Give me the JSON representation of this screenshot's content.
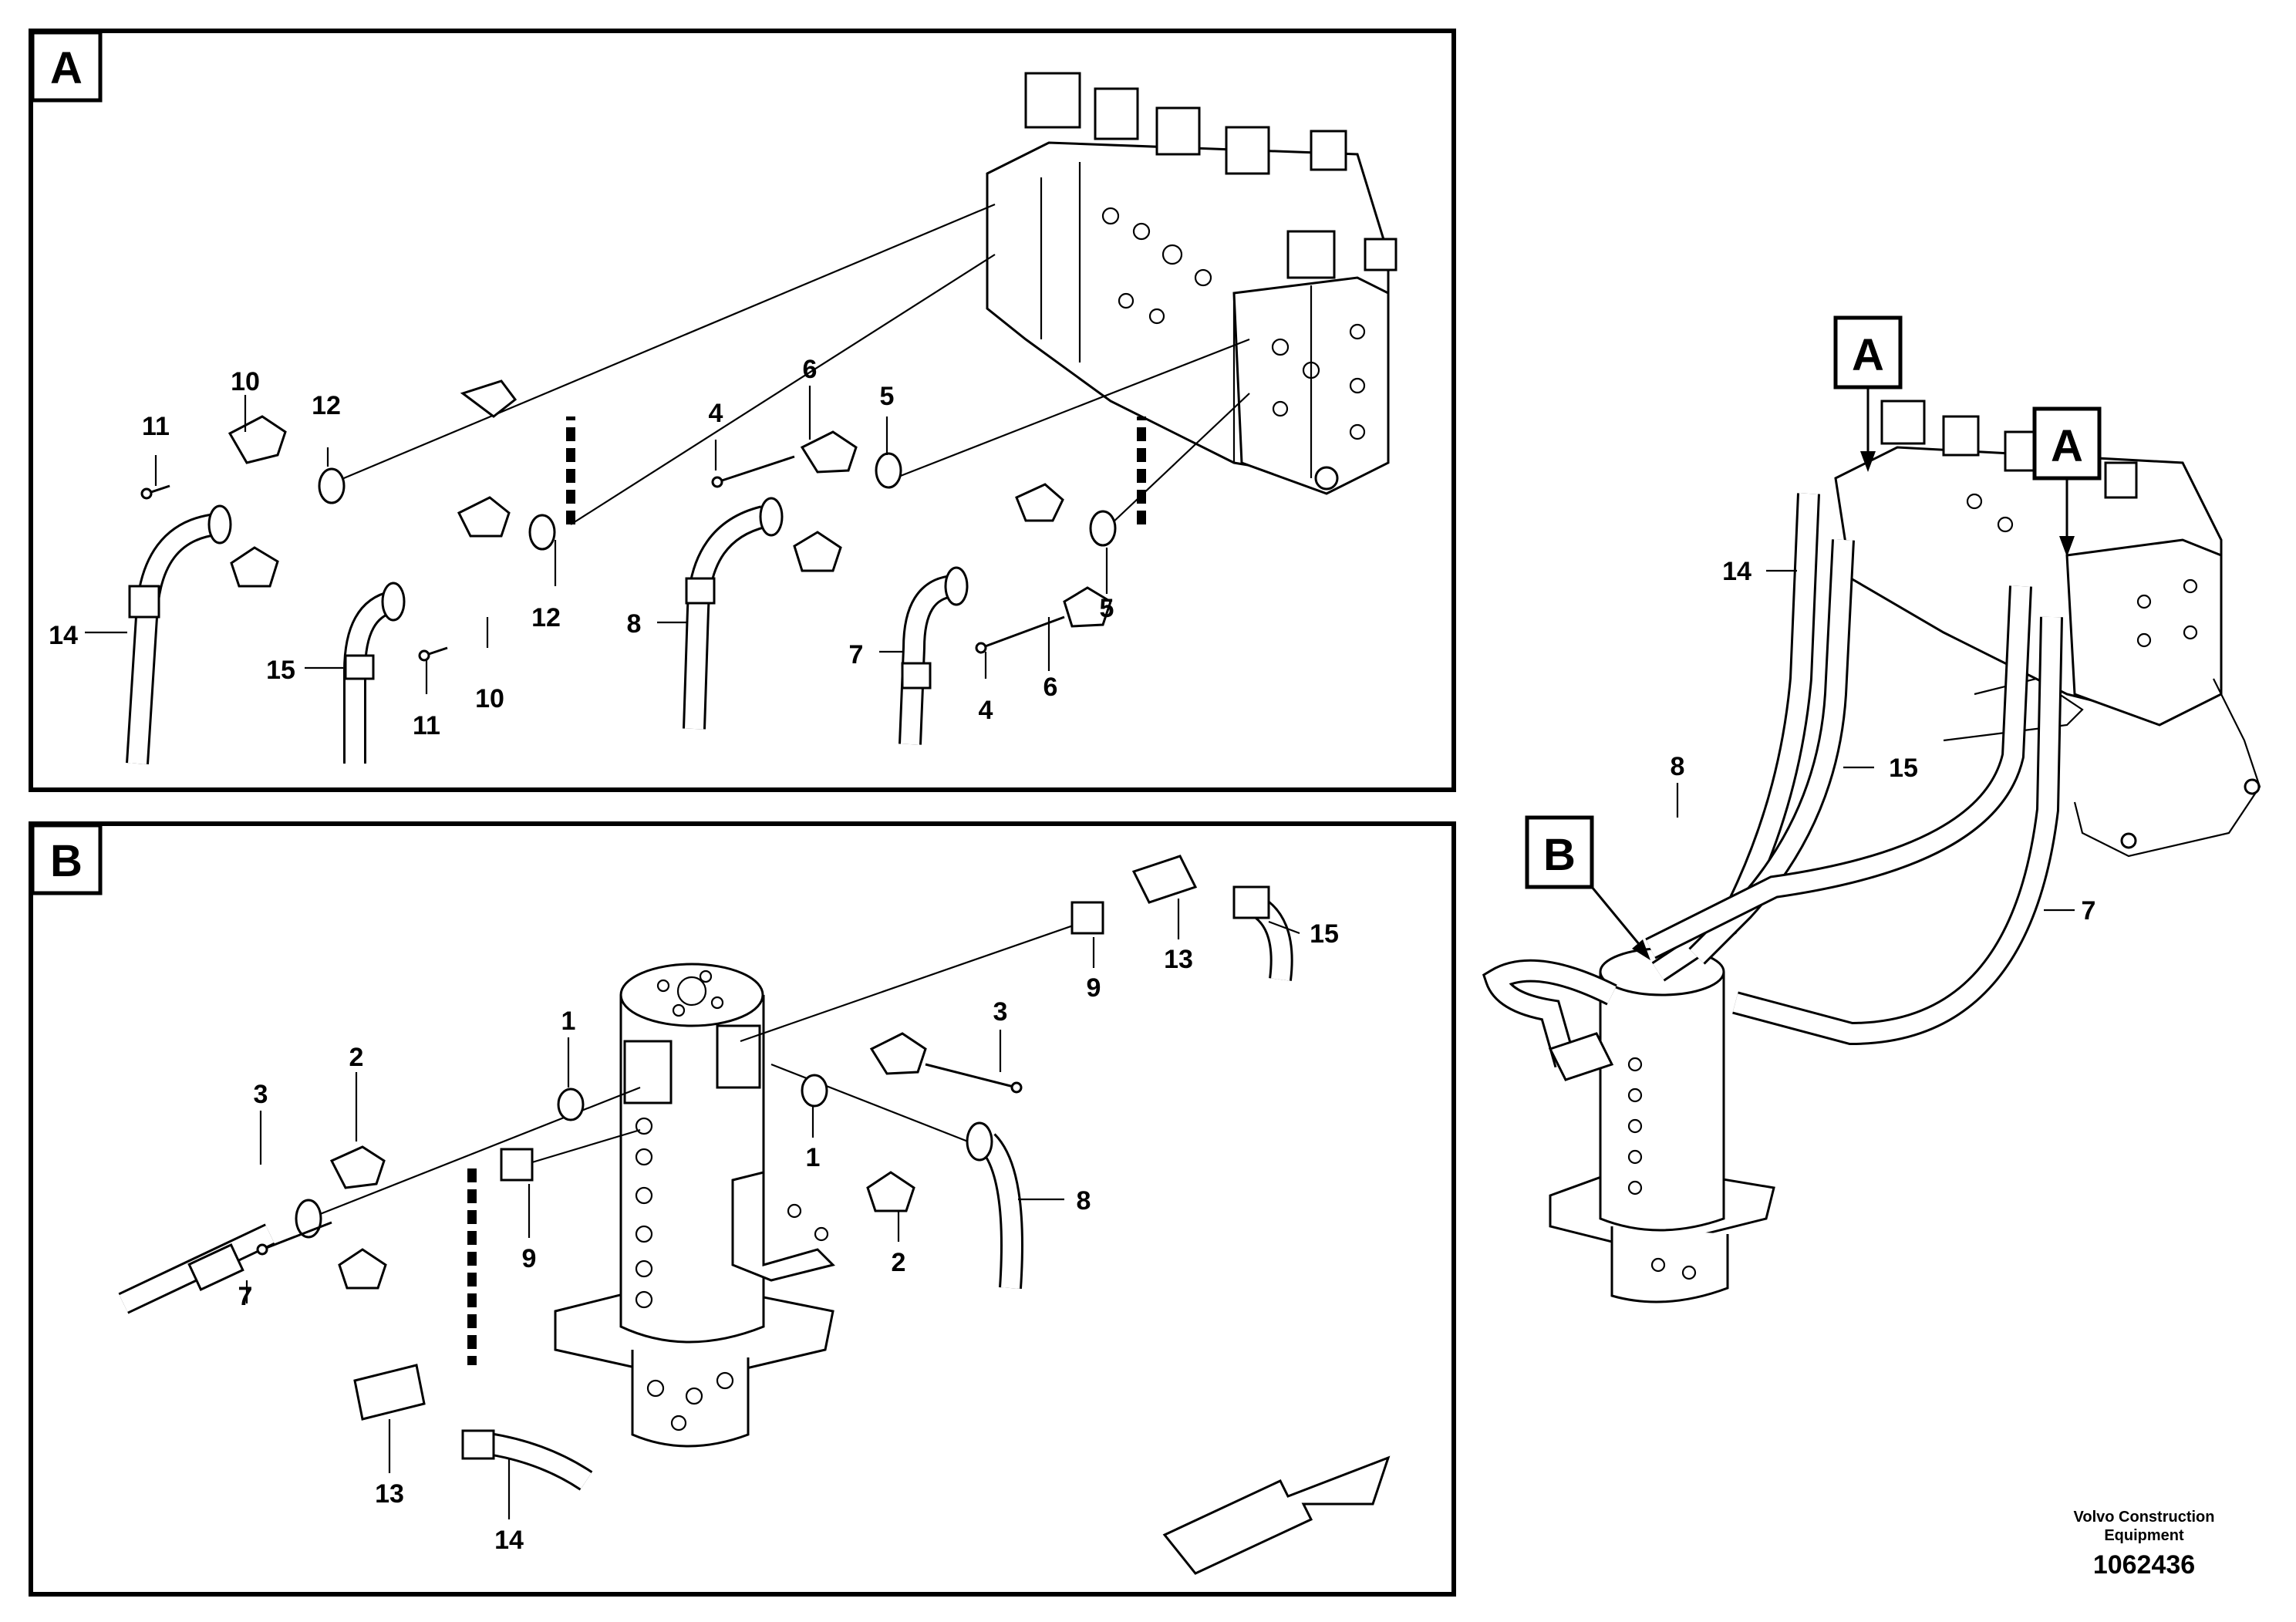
{
  "panels": {
    "a": {
      "tag": "A"
    },
    "b": {
      "tag": "B"
    }
  },
  "overview": {
    "tag_a1": "A",
    "tag_a2": "A",
    "tag_b": "B"
  },
  "callouts": {
    "a": [
      "11",
      "10",
      "12",
      "14",
      "15",
      "12",
      "11",
      "10",
      "4",
      "6",
      "5",
      "8",
      "7",
      "5",
      "4",
      "6"
    ],
    "b": [
      "3",
      "2",
      "1",
      "9",
      "7",
      "1",
      "2",
      "8",
      "3",
      "9",
      "13",
      "15",
      "13",
      "14"
    ],
    "overview": [
      "14",
      "8",
      "15",
      "7"
    ]
  },
  "footer": {
    "brand_line1": "Volvo Construction",
    "brand_line2": "Equipment",
    "drawing_number": "1062436"
  }
}
